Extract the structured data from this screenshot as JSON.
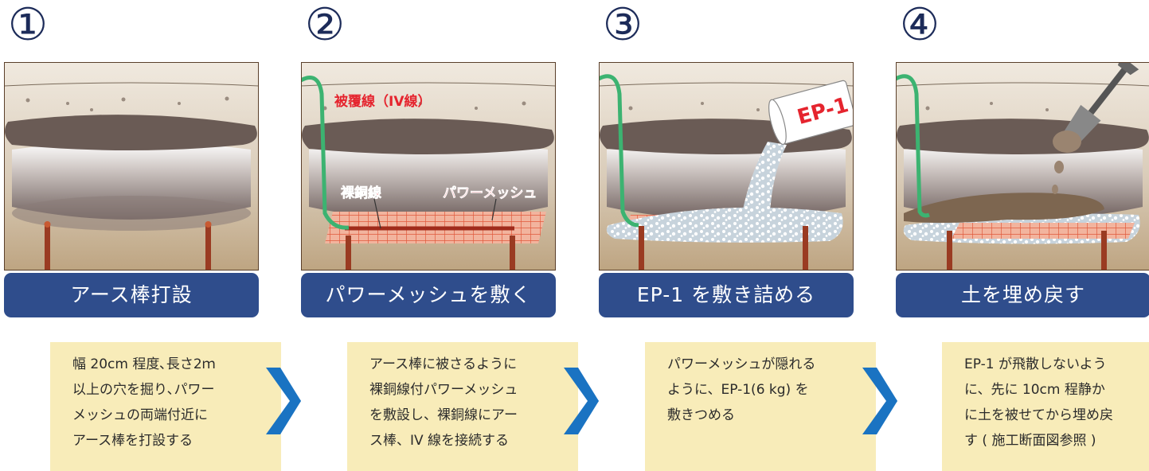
{
  "steps": [
    {
      "num": "①",
      "title": "アース棒打設",
      "desc": "幅 20cm 程度､長さ2ｍ\n以上の穴を掘り､パワー\nメッシュの両端付近に\nアース棒を打設する"
    },
    {
      "num": "②",
      "title": "パワーメッシュを敷く",
      "desc": "アース棒に被さるように\n裸銅線付パワーメッシュ\nを敷設し、裸銅線にアー\nス棒、IV 線を接続する"
    },
    {
      "num": "③",
      "title": "EP-1 を敷き詰める",
      "desc": "パワーメッシュが隠れる\nように、EP-1(6 kg) を\n敷きつめる"
    },
    {
      "num": "④",
      "title": "土を埋め戻す",
      "desc": "EP-1 が飛散しないよう\nに、先に 10cm 程静か\nに土を被せてから埋め戻\nす ( 施工断面図参照 )"
    }
  ],
  "labels": {
    "covered_wire": "被覆線（IV線）",
    "bare_copper": "裸銅線",
    "power_mesh": "パワーメッシュ",
    "ep1_bag": "EP-1"
  },
  "colors": {
    "title_bar": "#2f4d8c",
    "desc_bg": "#f8ecb9",
    "arrow": "#1a73c2",
    "label_red": "#e5242e",
    "iv_wire": "#3cb371"
  }
}
